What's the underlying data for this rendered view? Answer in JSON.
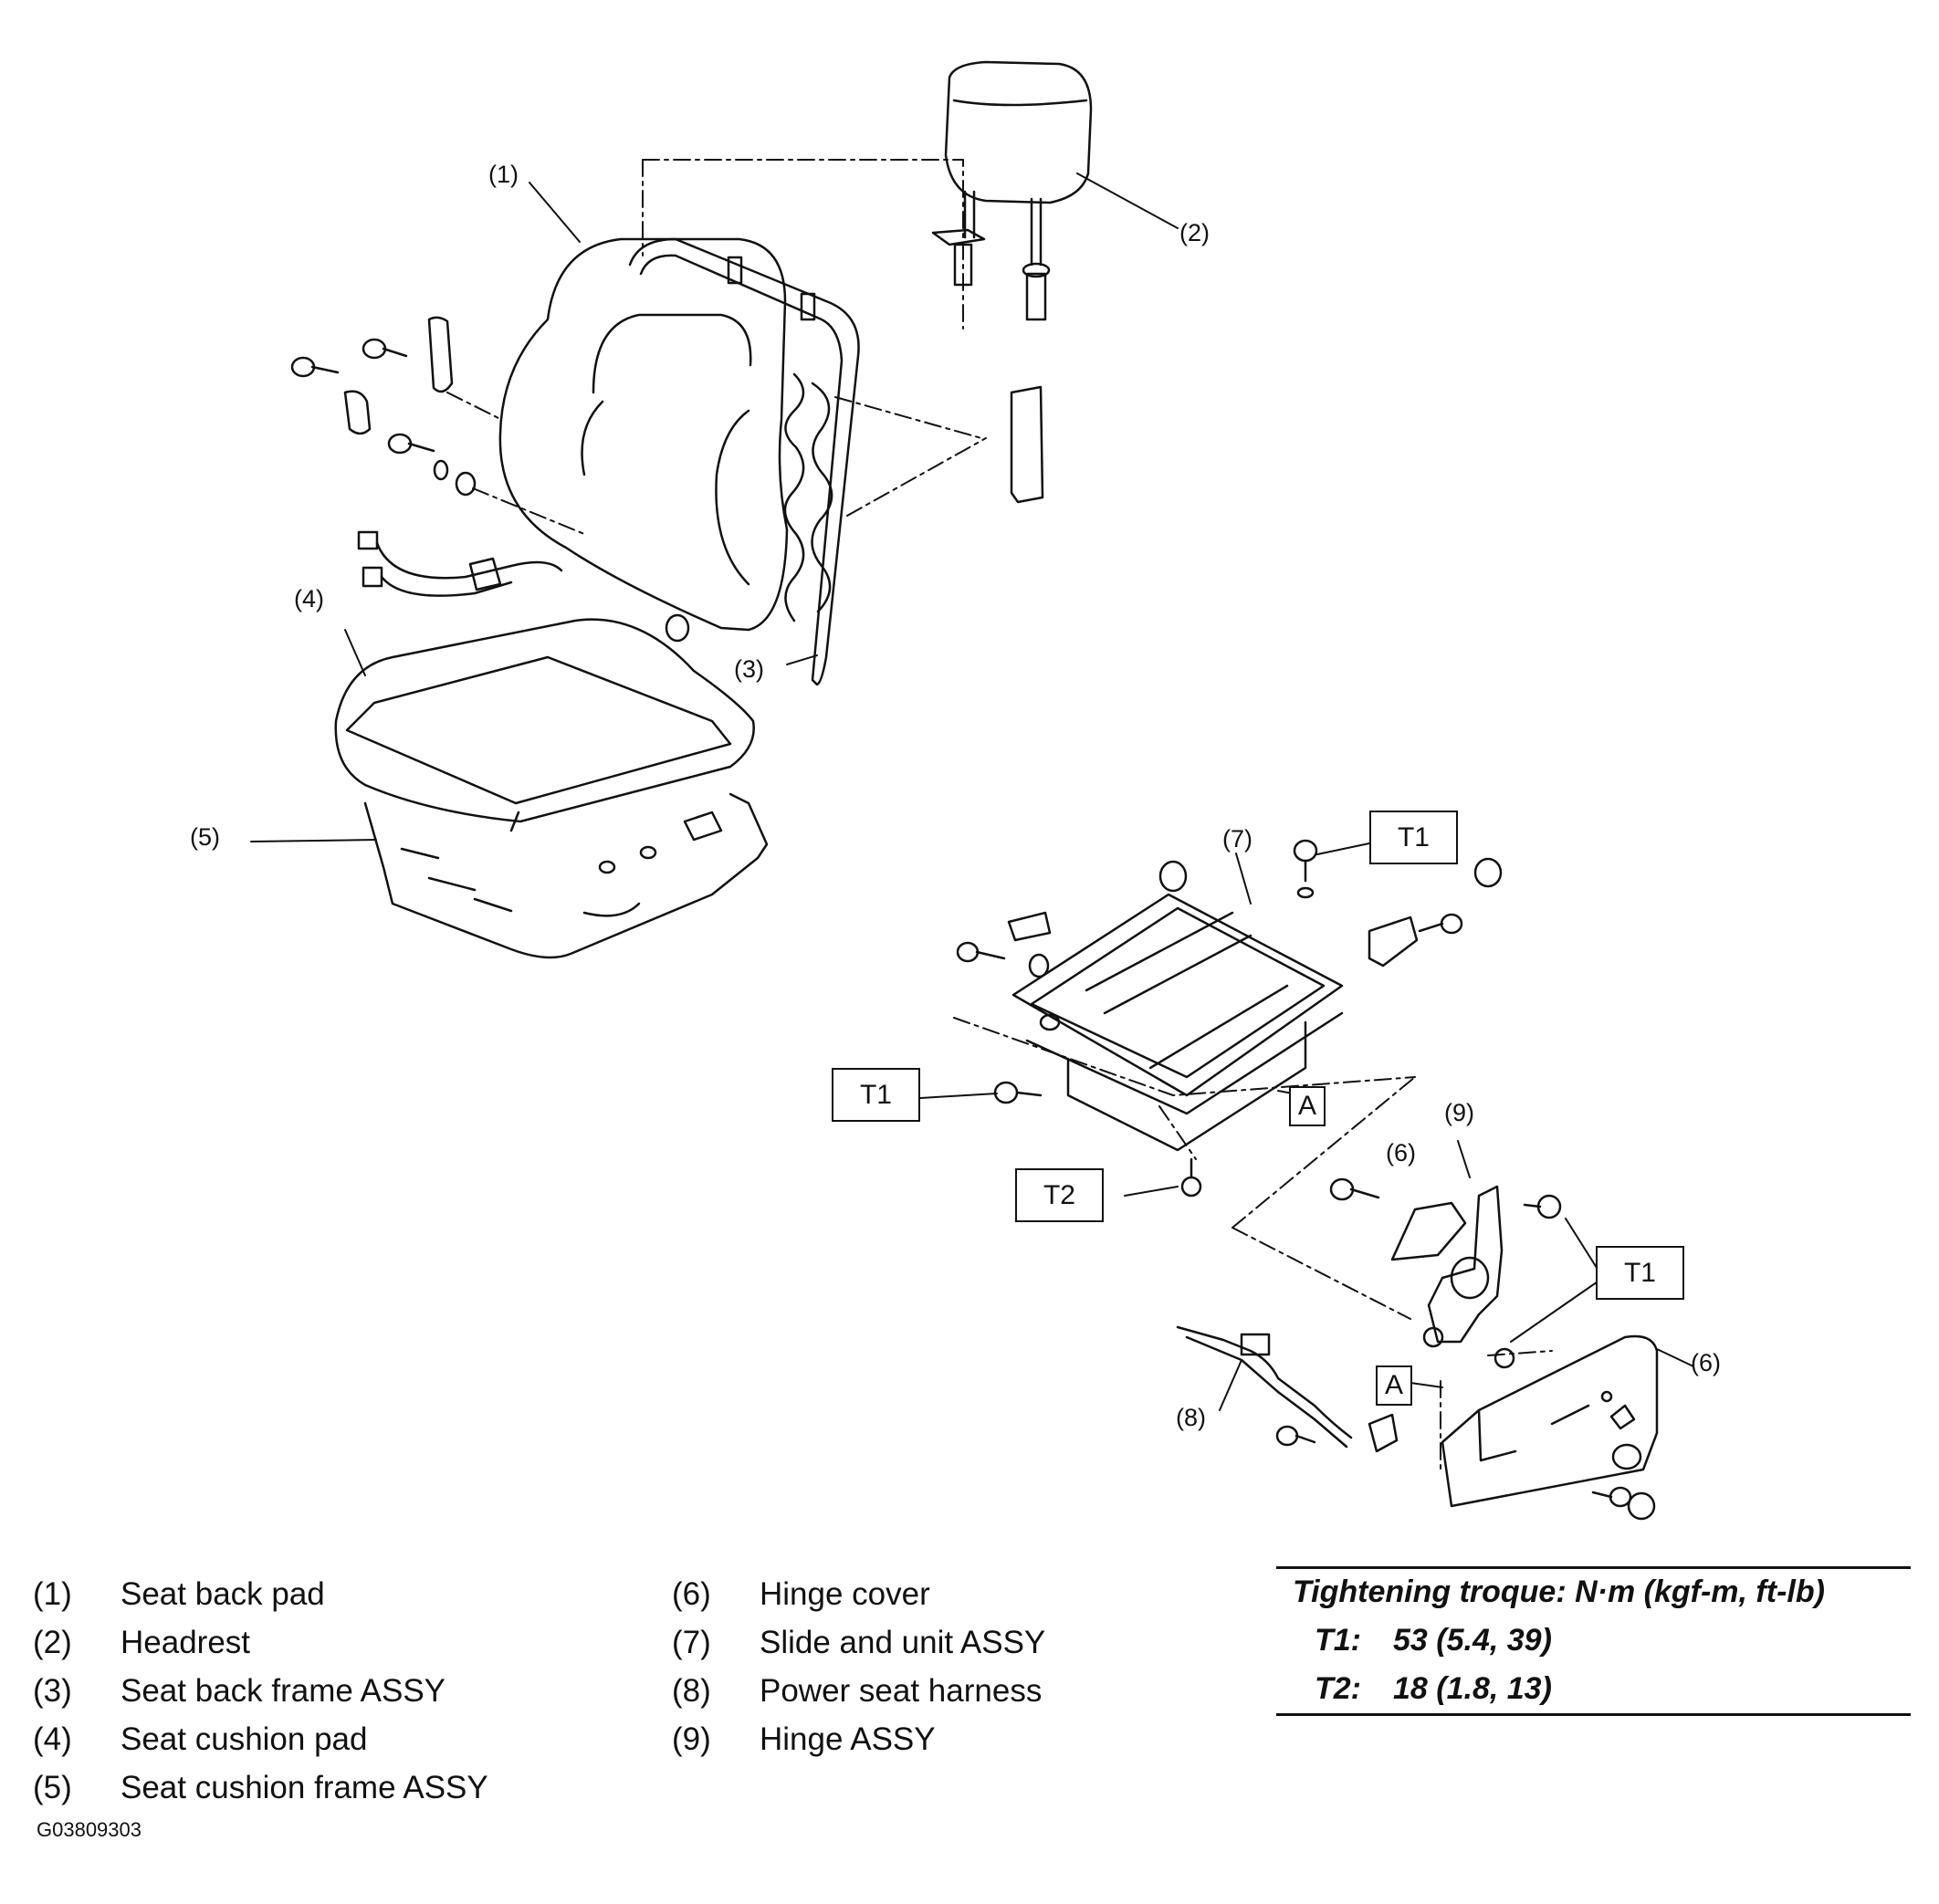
{
  "callouts": {
    "c1": "(1)",
    "c2": "(2)",
    "c3": "(3)",
    "c4": "(4)",
    "c5": "(5)",
    "c6a": "(6)",
    "c6b": "(6)",
    "c7": "(7)",
    "c8": "(8)",
    "c9": "(9)"
  },
  "torque_boxes": {
    "t1_top": "T1",
    "t1_left": "T1",
    "t1_right": "T1",
    "t2": "T2",
    "a_upper": "A",
    "a_lower": "A"
  },
  "legend": {
    "left": [
      {
        "num": "(1)",
        "name": "Seat back pad"
      },
      {
        "num": "(2)",
        "name": "Headrest"
      },
      {
        "num": "(3)",
        "name": "Seat back frame ASSY"
      },
      {
        "num": "(4)",
        "name": "Seat cushion pad"
      },
      {
        "num": "(5)",
        "name": "Seat cushion frame ASSY"
      }
    ],
    "right": [
      {
        "num": "(6)",
        "name": "Hinge cover"
      },
      {
        "num": "(7)",
        "name": "Slide and unit ASSY"
      },
      {
        "num": "(8)",
        "name": "Power seat harness"
      },
      {
        "num": "(9)",
        "name": "Hinge ASSY"
      }
    ]
  },
  "torque_table": {
    "heading": "Tightening troque: N·m (kgf-m, ft-lb)",
    "rows": [
      {
        "key": "T1:",
        "value": "53 (5.4, 39)"
      },
      {
        "key": "T2:",
        "value": "18 (1.8, 13)"
      }
    ]
  },
  "figure_id": "G03809303"
}
